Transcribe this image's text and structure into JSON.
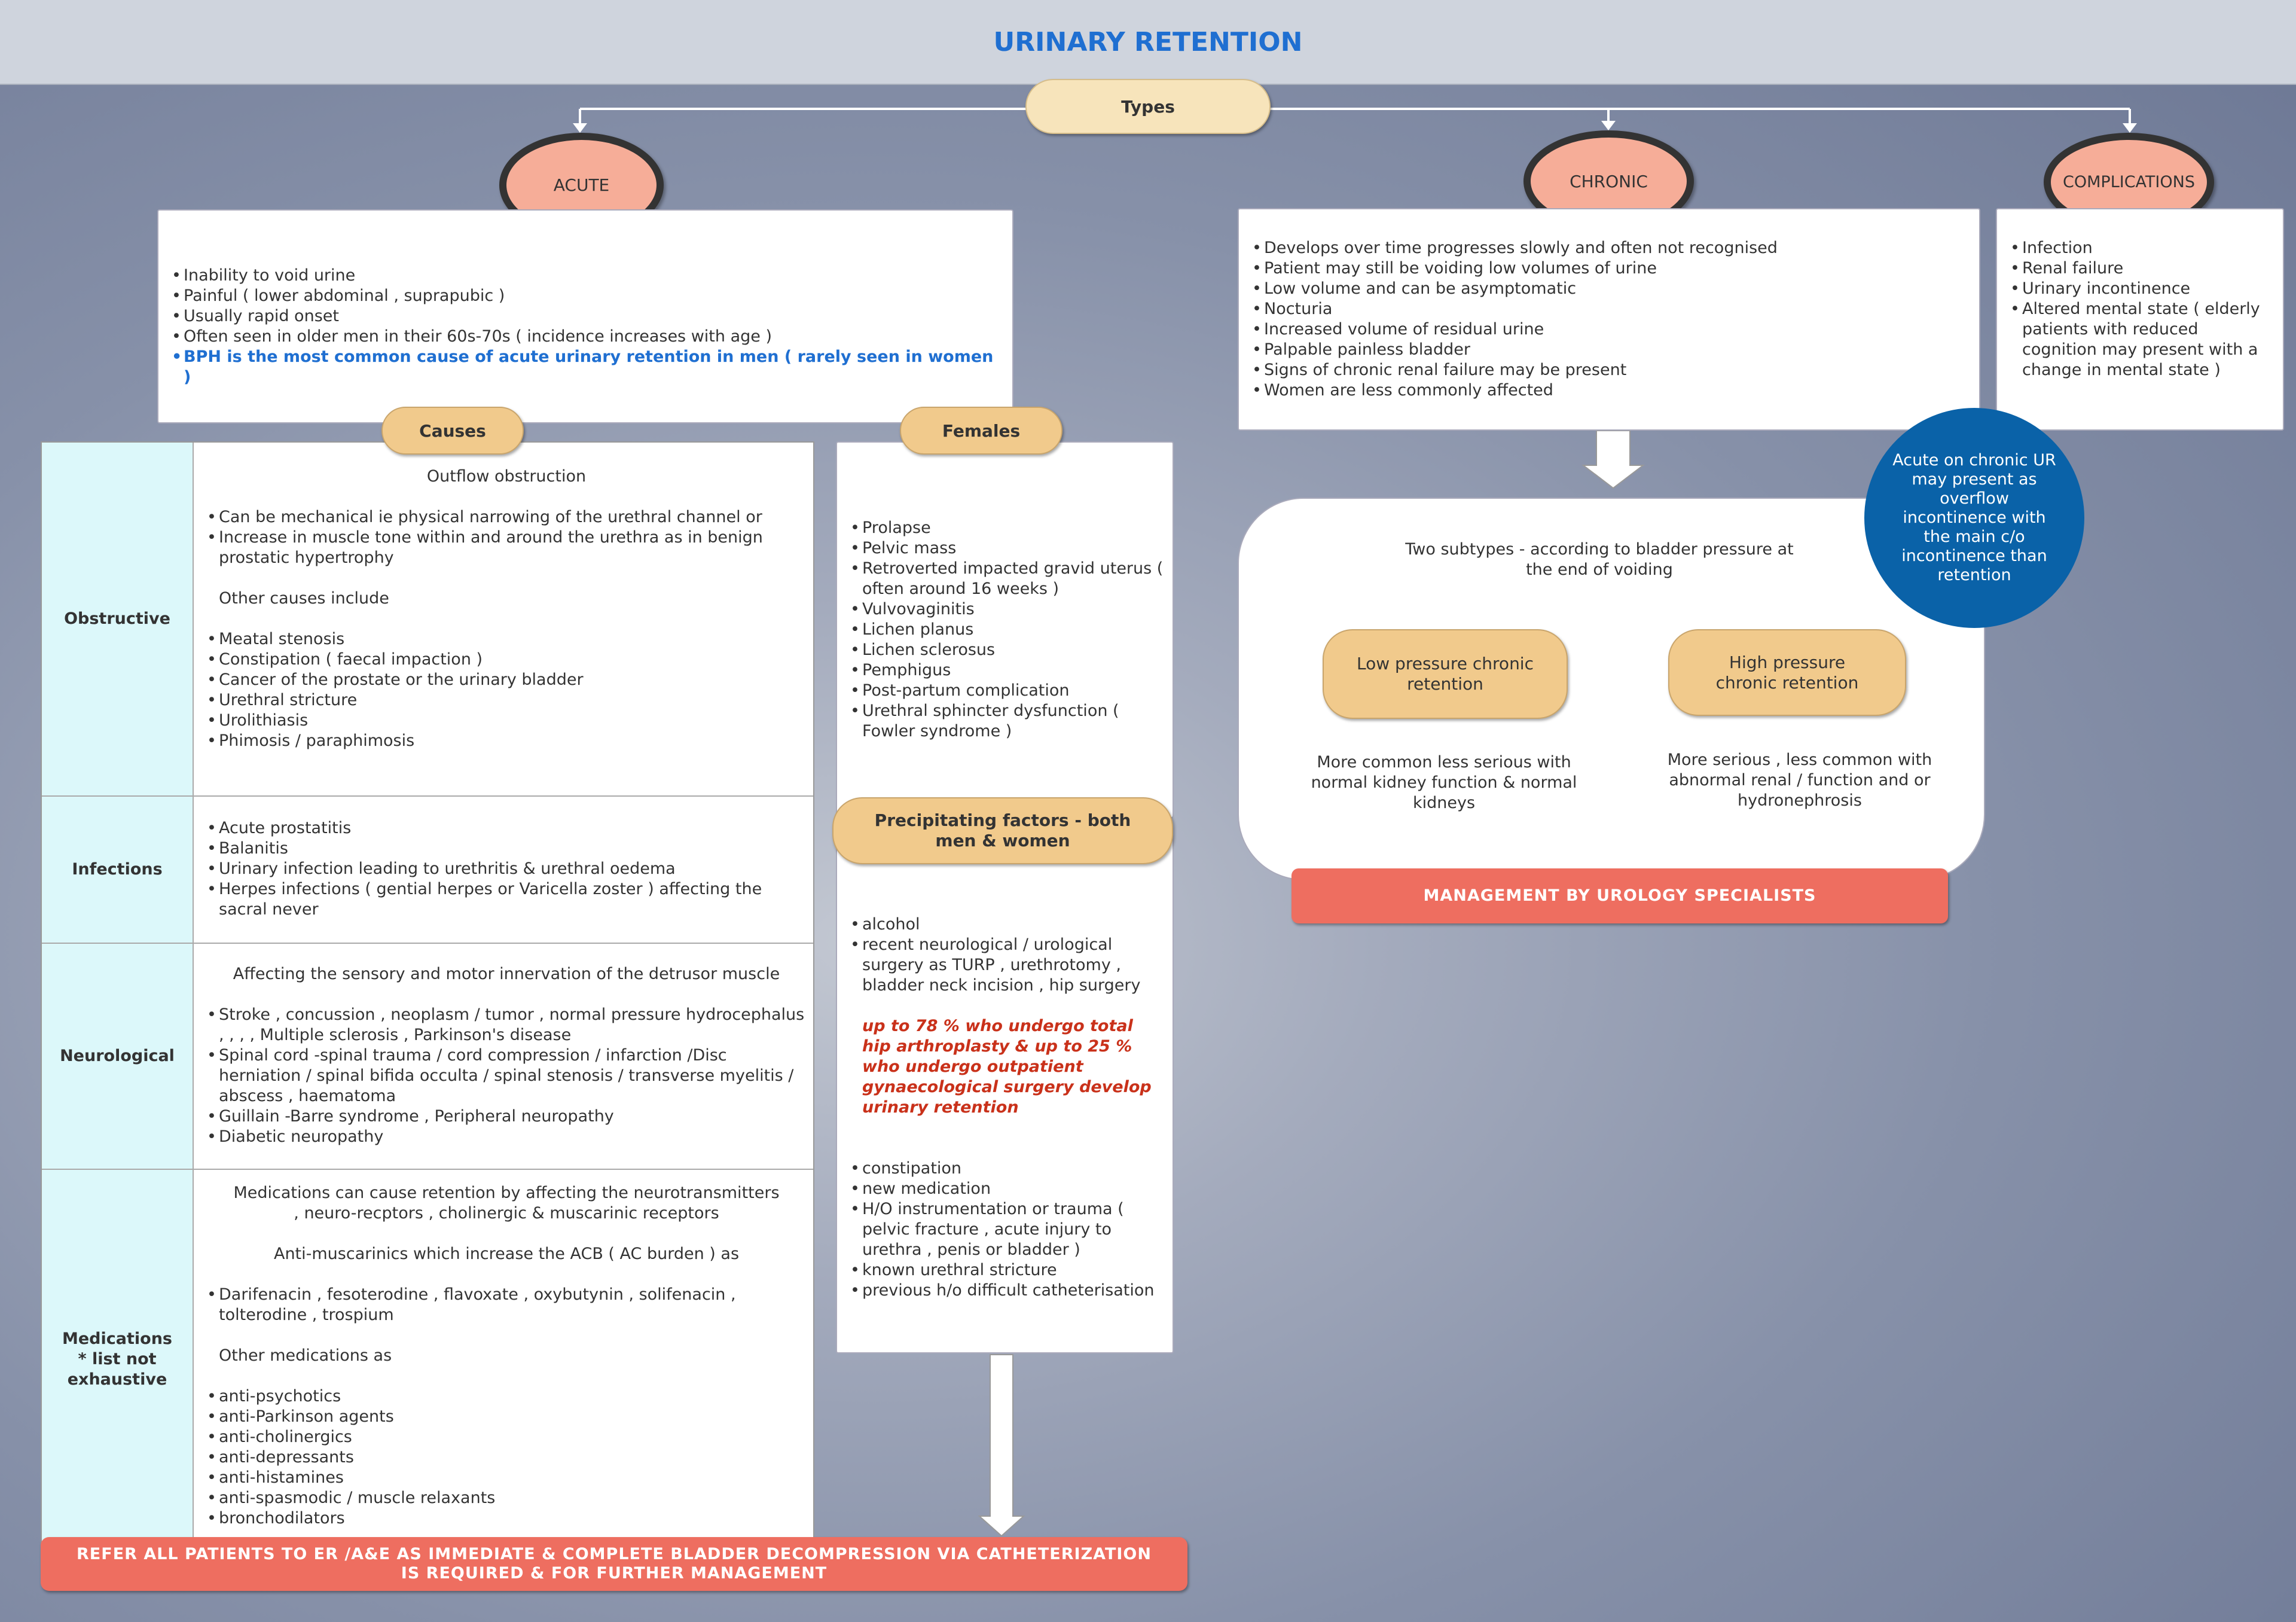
{
  "title": "URINARY RETENTION",
  "types_label": "Types",
  "acute": {
    "label": "ACUTE",
    "items": [
      "Inability to void urine",
      "Painful ( lower abdominal , suprapubic )",
      "Usually rapid onset",
      "Often seen in older men in their 60s-70s ( incidence increases with age )"
    ],
    "highlight": "BPH  is the most common cause of acute urinary retention in men ( rarely seen in women )"
  },
  "causes_label": "Causes",
  "females_label": "Females",
  "obstructive": {
    "label": "Obstructive",
    "heading": "Outflow obstruction",
    "items1": [
      "Can be mechanical ie physical narrowing of the urethral channel or",
      "Increase in muscle tone within and around the urethra as in benign prostatic hypertrophy"
    ],
    "subheading": "Other causes include",
    "items2": [
      "Meatal stenosis",
      "Constipation ( faecal impaction )",
      "Cancer of the prostate or the urinary bladder",
      "Urethral stricture",
      "Urolithiasis",
      "Phimosis / paraphimosis"
    ]
  },
  "infections": {
    "label": "Infections",
    "items": [
      "Acute prostatitis",
      "Balanitis",
      "Urinary infection leading to urethritis & urethral oedema",
      "Herpes infections ( gential herpes or Varicella zoster ) affecting the sacral never"
    ]
  },
  "neurological": {
    "label": "Neurological",
    "heading": "Affecting the sensory and motor innervation of the detrusor muscle",
    "items": [
      "Stroke , concussion , neoplasm / tumor , normal pressure hydrocephalus , , , , Multiple sclerosis , Parkinson's disease",
      "Spinal cord -spinal trauma / cord compression / infarction /Disc herniation / spinal bifida occulta / spinal stenosis / transverse myelitis / abscess , haematoma",
      "Guillain -Barre syndrome , Peripheral neuropathy",
      "Diabetic neuropathy"
    ]
  },
  "medications": {
    "label": "Medications",
    "label_note": "* list not exhaustive",
    "heading": "Medications can cause retention by affecting the neurotransmitters , neuro-recptors , cholinergic & muscarinic receptors",
    "heading2": "Anti-muscarinics which increase the ACB ( AC burden ) as",
    "items1": [
      "Darifenacin , fesoterodine , flavoxate , oxybutynin , solifenacin , tolterodine , trospium"
    ],
    "subheading": "Other medications as",
    "items2": [
      "anti-psychotics",
      "anti-Parkinson agents",
      "anti-cholinergics",
      "anti-depressants",
      "anti-histamines",
      "anti-spasmodic / muscle relaxants",
      "bronchodilators"
    ]
  },
  "females": {
    "items": [
      "Prolapse",
      "Pelvic mass",
      "Retroverted impacted gravid uterus ( often around 16 weeks )",
      "Vulvovaginitis",
      "Lichen planus",
      "Lichen sclerosus",
      "Pemphigus",
      "Post-partum complication",
      "Urethral sphincter dysfunction ( Fowler syndrome )"
    ]
  },
  "precipitating": {
    "label": "Precipitating factors - both men & women",
    "items1": [
      "alcohol",
      "recent neurological / urological surgery as TURP , urethrotomy , bladder neck incision , hip surgery"
    ],
    "highlight": "up to 78 % who undergo total hip arthroplasty & up to 25 % who undergo outpatient gynaecological surgery develop urinary retention",
    "items2": [
      "constipation",
      "new medication",
      "H/O instrumentation or trauma ( pelvic fracture , acute injury to urethra , penis or bladder )",
      "known urethral stricture",
      "previous h/o difficult catheterisation"
    ]
  },
  "refer_banner": "REFER ALL PATIENTS TO  ER /A&E  AS IMMEDIATE & COMPLETE BLADDER DECOMPRESSION VIA CATHETERIZATION IS REQUIRED &  FOR FURTHER MANAGEMENT",
  "chronic": {
    "label": "CHRONIC",
    "items": [
      "Develops over time  progresses slowly and often not recognised",
      "Patient may still be voiding low volumes of urine",
      "Low volume and can be asymptomatic",
      "Nocturia",
      "Increased volume of residual urine",
      "Palpable painless bladder",
      "Signs of chronic renal failure may be present",
      "Women are less commonly affected"
    ],
    "subtypes_heading": "Two subtypes - according to bladder pressure at the end of voiding",
    "low_label": "Low pressure chronic retention",
    "high_label": "High pressure chronic retention",
    "low_desc": "More common less serious with normal kidney function & normal kidneys",
    "high_desc": "More serious , less common with abnormal renal / function and or hydronephrosis",
    "management": "MANAGEMENT BY UROLOGY SPECIALISTS"
  },
  "complications": {
    "label": "COMPLICATIONS",
    "items": [
      "Infection",
      "Renal failure",
      "Urinary incontinence",
      "Altered mental state ( elderly patients with reduced cognition may present with a change in mental state )"
    ]
  },
  "acute_on_chronic": "Acute on chronic UR may present as overflow incontinence with the main c/o incontinence than retention",
  "colors": {
    "title": "#1f6fd1",
    "oval": "#f6ad98",
    "pill": "#f1ca8c",
    "banner": "#ee6e60",
    "blue_circle": "#0a62a8",
    "label_cell": "#dcf8fa",
    "highlight_red": "#c9311a"
  }
}
